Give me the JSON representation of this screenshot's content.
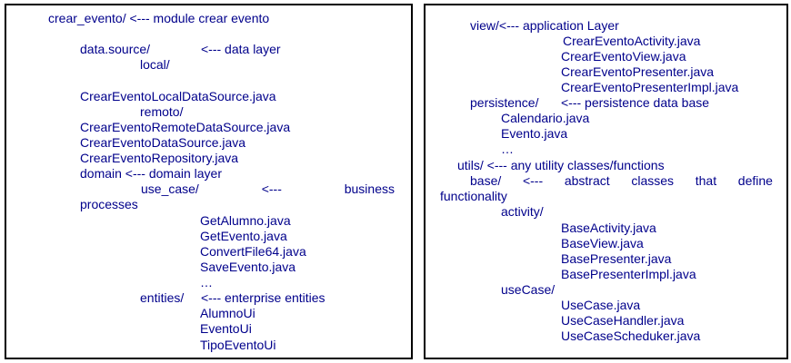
{
  "left_panel": {
    "lines": [
      "crear_evento/  <--- module crear evento",
      "data.source/",
      "<--- data layer",
      "local/",
      "CrearEventoLocalDataSource.java",
      "remoto/",
      "CrearEventoRemoteDataSource.java",
      "CrearEventoDataSource.java",
      "CrearEventoRepository.java",
      "domain   <--- domain layer",
      "use_case/",
      "<---",
      "business",
      "processes",
      "GetAlumno.java",
      "GetEvento.java",
      "ConvertFile64.java",
      "SaveEvento.java",
      "…",
      "entities/",
      "<--- enterprise entities",
      "AlumnoUi",
      "EventoUi",
      "TipoEventoUi"
    ]
  },
  "right_panel": {
    "lines": [
      "view/<--- application Layer",
      "CrearEventoActivity.java",
      "CrearEventoView.java",
      "CrearEventoPresenter.java",
      "CrearEventoPresenterImpl.java",
      "persistence/",
      "<--- persistence data base",
      "Calendario.java",
      "Evento.java",
      "…",
      "utils/ <--- any utility classes/functions",
      "base/",
      "<---",
      "abstract",
      "classes",
      "that",
      "define",
      "functionality",
      "activity/",
      "BaseActivity.java",
      "BaseView.java",
      "BasePresenter.java",
      "BasePresenterImpl.java",
      "useCase/",
      "UseCase.java",
      "UseCaseHandler.java",
      "UseCaseScheduker.java"
    ]
  },
  "colors": {
    "text": "#00008b",
    "border": "#000000",
    "background": "#ffffff"
  }
}
